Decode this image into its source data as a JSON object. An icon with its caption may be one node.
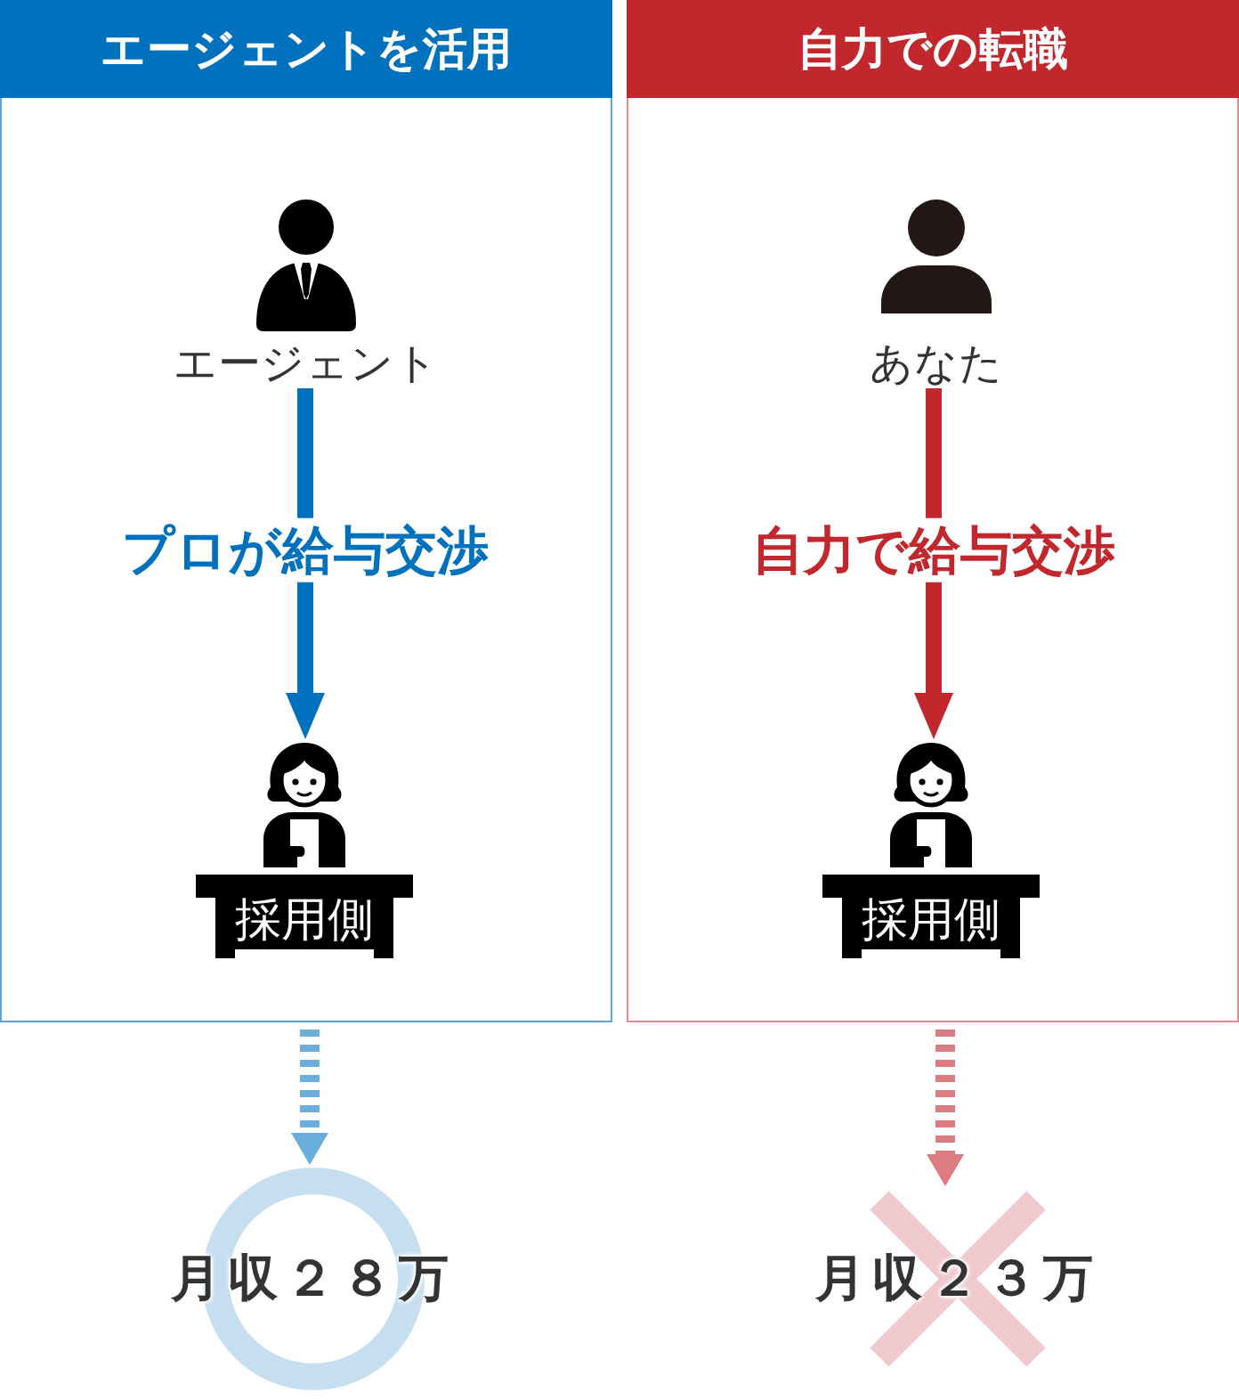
{
  "diagram": {
    "nodes": [
      {
        "text": [
          "エージェントを活用"
        ]
      },
      {
        "text": [
          "エージェント"
        ],
        "in": 0
      },
      {
        "text": [
          "採用側"
        ],
        "in": 0
      },
      {
        "text": [
          "自力での転職"
        ]
      },
      {
        "text": [
          "あなた"
        ],
        "in": 3
      },
      {
        "text": [
          "採用側"
        ],
        "in": 3
      },
      {
        "text": [
          "月収２８万"
        ]
      },
      {
        "text": [
          "月収２３万"
        ]
      }
    ],
    "edges": [
      {
        "from": 1,
        "to": 2,
        "arrow": "to",
        "label": "プロが給与交渉",
        "color": "#0071bc"
      },
      {
        "from": 4,
        "to": 5,
        "arrow": "to",
        "label": "自力で給与交渉",
        "color": "#c1272d"
      },
      {
        "from": 0,
        "to": 6,
        "arrow": "to",
        "style": "dashed",
        "color": "#6aaedc"
      },
      {
        "from": 3,
        "to": 7,
        "arrow": "to",
        "style": "dashed",
        "color": "#dc7b80"
      }
    ]
  }
}
